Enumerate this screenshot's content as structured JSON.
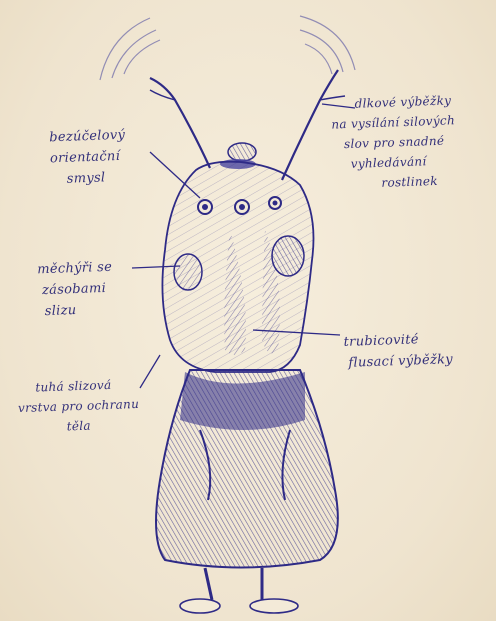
{
  "image": {
    "ink_color": "#2e2a86",
    "paper_color": "#f3ead8"
  },
  "labels": {
    "orientation_sense": [
      "bezúčelový",
      "orientační",
      "smysl"
    ],
    "antennae": [
      "dlkové výběžky",
      "na vysílání silových",
      "slov pro snadné",
      "vyhledávání",
      "rostlinek"
    ],
    "pouches": [
      "měchýři se",
      "zásobami",
      "slizu"
    ],
    "slime_shell": [
      "tuhá slizová",
      "vrstva pro ochranu",
      "těla"
    ],
    "proboscis": [
      "trubicovité",
      "flusací výběžky"
    ]
  }
}
